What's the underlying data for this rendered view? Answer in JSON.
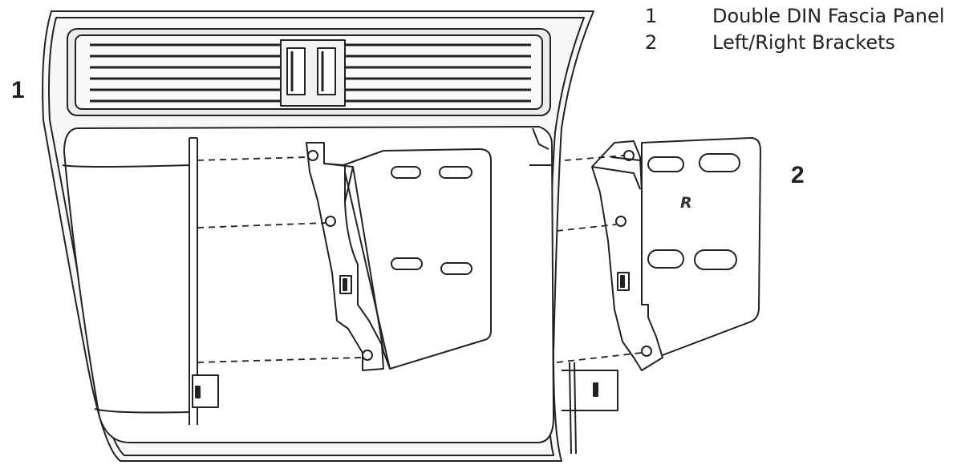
{
  "callouts": {
    "panel": "1",
    "brackets": "2"
  },
  "legend": [
    {
      "number": "1",
      "label": "Double DIN Fascia Panel"
    },
    {
      "number": "2",
      "label": "Left/Right Brackets"
    }
  ],
  "bracket_mark": "R",
  "colors": {
    "line": "#222222",
    "shade": "#e6e6e6",
    "paper": "#ffffff"
  }
}
